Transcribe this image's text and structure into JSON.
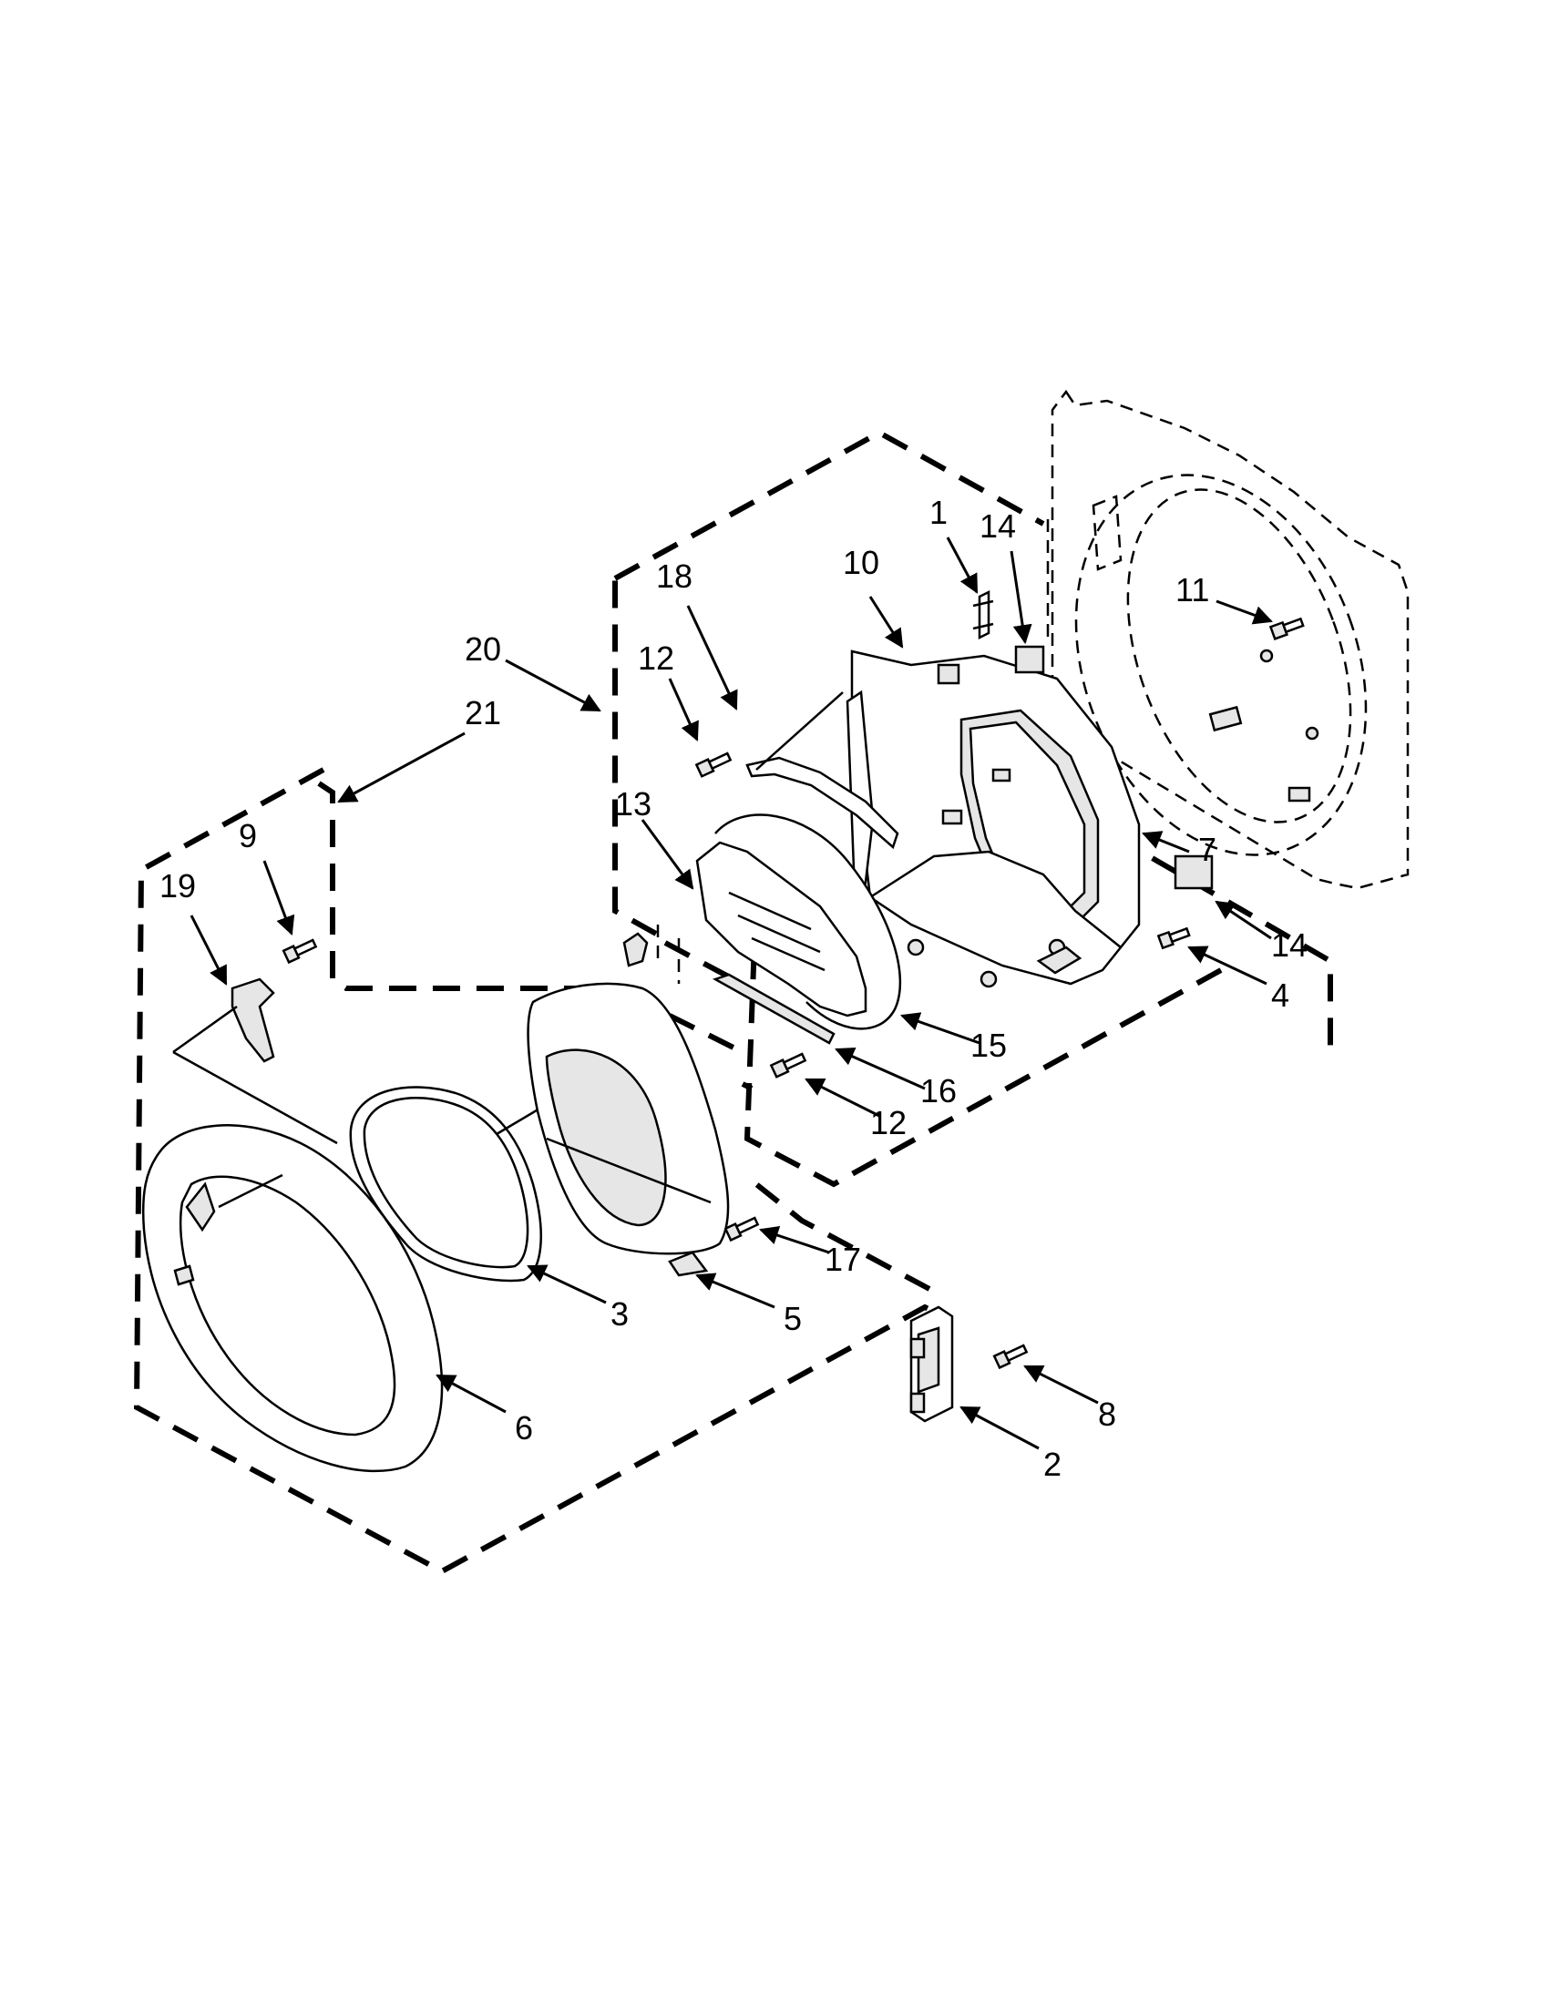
{
  "diagram": {
    "callouts": [
      {
        "id": "1",
        "label": "1"
      },
      {
        "id": "14a",
        "label": "14"
      },
      {
        "id": "10",
        "label": "10"
      },
      {
        "id": "18",
        "label": "18"
      },
      {
        "id": "11",
        "label": "11"
      },
      {
        "id": "20",
        "label": "20"
      },
      {
        "id": "12a",
        "label": "12"
      },
      {
        "id": "21",
        "label": "21"
      },
      {
        "id": "13",
        "label": "13"
      },
      {
        "id": "9",
        "label": "9"
      },
      {
        "id": "19",
        "label": "19"
      },
      {
        "id": "7",
        "label": "7"
      },
      {
        "id": "14b",
        "label": "14"
      },
      {
        "id": "4",
        "label": "4"
      },
      {
        "id": "15",
        "label": "15"
      },
      {
        "id": "16",
        "label": "16"
      },
      {
        "id": "12b",
        "label": "12"
      },
      {
        "id": "17",
        "label": "17"
      },
      {
        "id": "3",
        "label": "3"
      },
      {
        "id": "5",
        "label": "5"
      },
      {
        "id": "8",
        "label": "8"
      },
      {
        "id": "6",
        "label": "6"
      },
      {
        "id": "2",
        "label": "2"
      }
    ]
  }
}
